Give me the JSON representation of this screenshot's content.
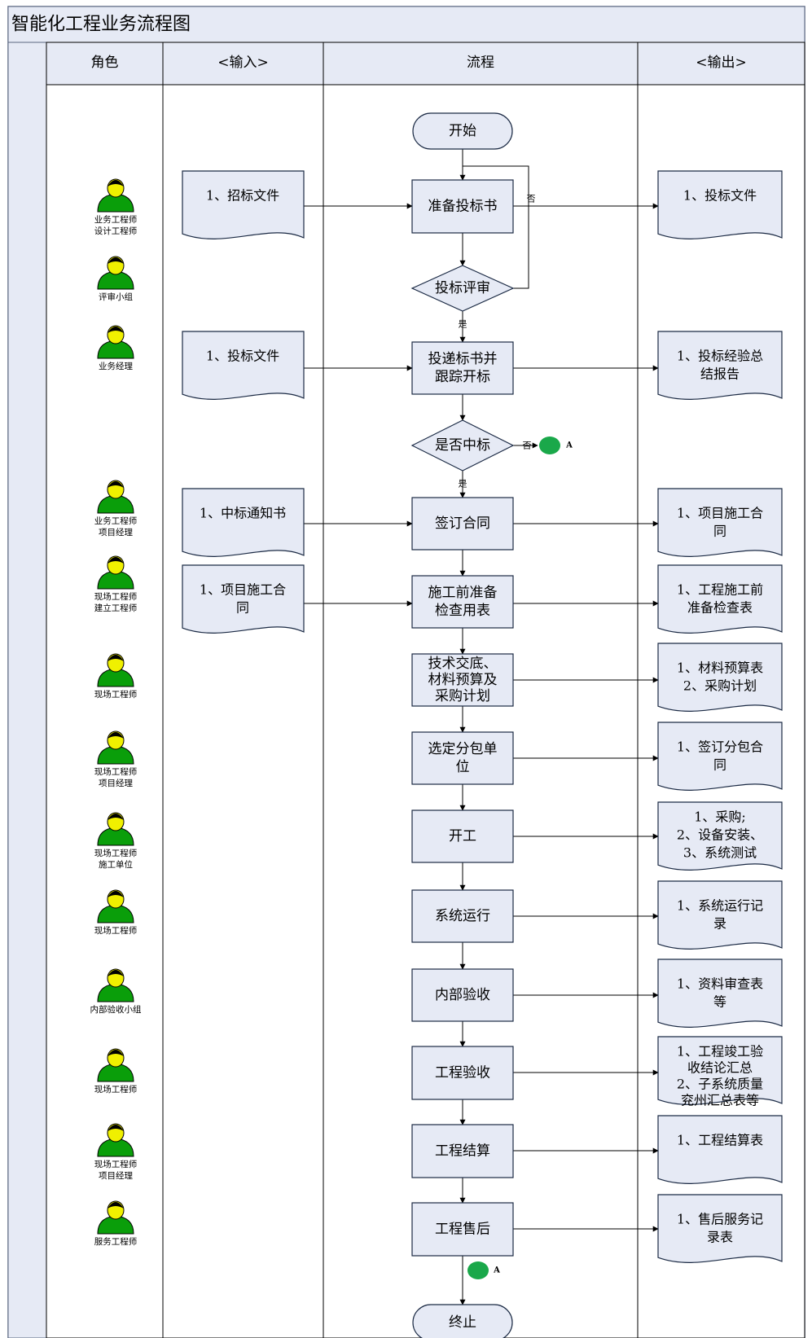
{
  "title": "智能化工程业务流程图",
  "headers": [
    "角色",
    "<输入>",
    "流程",
    "<输出>"
  ],
  "colors": {
    "box_fill": "#e6eaf5",
    "header_fill": "#e6eaf5",
    "stroke": "#1b2a44",
    "person_head": "#f0f000",
    "person_body": "#0a9e0a",
    "connector": "#1aa84a"
  },
  "roles": [
    {
      "lines": [
        "业务工程师",
        "设计工程师"
      ]
    },
    {
      "lines": [
        "评审小组"
      ]
    },
    {
      "lines": [
        "业务经理"
      ]
    },
    {
      "lines": [
        "业务工程师",
        "项目经理"
      ]
    },
    {
      "lines": [
        "现场工程师",
        "建立工程师"
      ]
    },
    {
      "lines": [
        "现场工程师"
      ]
    },
    {
      "lines": [
        "现场工程师",
        "项目经理"
      ]
    },
    {
      "lines": [
        "现场工程师",
        "施工单位"
      ]
    },
    {
      "lines": [
        "现场工程师"
      ]
    },
    {
      "lines": [
        "内部验收小组"
      ]
    },
    {
      "lines": [
        "现场工程师"
      ]
    },
    {
      "lines": [
        "现场工程师",
        "项目经理"
      ]
    },
    {
      "lines": [
        "服务工程师"
      ]
    }
  ],
  "inputs": [
    {
      "lines": [
        "1、招标文件"
      ]
    },
    {
      "lines": [
        "1、投标文件"
      ]
    },
    {
      "lines": [
        "1、中标通知书"
      ]
    },
    {
      "lines": [
        "1、项目施工合",
        "同"
      ]
    }
  ],
  "process": {
    "start": "开始",
    "end": "终止",
    "steps": [
      {
        "lines": [
          "准备投标书"
        ]
      },
      {
        "lines": [
          "投标评审"
        ]
      },
      {
        "lines": [
          "投递标书并",
          "跟踪开标"
        ]
      },
      {
        "lines": [
          "是否中标"
        ]
      },
      {
        "lines": [
          "签订合同"
        ]
      },
      {
        "lines": [
          "施工前准备",
          "检查用表"
        ]
      },
      {
        "lines": [
          "技术交底、",
          "材料预算及",
          "采购计划"
        ]
      },
      {
        "lines": [
          "选定分包单",
          "位"
        ]
      },
      {
        "lines": [
          "开工"
        ]
      },
      {
        "lines": [
          "系统运行"
        ]
      },
      {
        "lines": [
          "内部验收"
        ]
      },
      {
        "lines": [
          "工程验收"
        ]
      },
      {
        "lines": [
          "工程结算"
        ]
      },
      {
        "lines": [
          "工程售后"
        ]
      }
    ],
    "labels": {
      "yes": "是",
      "no": "否",
      "connector": "A"
    }
  },
  "outputs": [
    {
      "lines": [
        "1、投标文件"
      ]
    },
    {
      "lines": [
        "1、投标经验总",
        "结报告"
      ]
    },
    {
      "lines": [
        "1、项目施工合",
        "同"
      ]
    },
    {
      "lines": [
        "1、工程施工前",
        "准备检查表"
      ]
    },
    {
      "lines": [
        "1、材料预算表",
        "2、采购计划"
      ]
    },
    {
      "lines": [
        "1、签订分包合",
        "同"
      ]
    },
    {
      "lines": [
        "1、采购;",
        "2、设备安装、",
        "3、系统测试"
      ]
    },
    {
      "lines": [
        "1、系统运行记",
        "录"
      ]
    },
    {
      "lines": [
        "1、资料审查表",
        "等"
      ]
    },
    {
      "lines": [
        "1、工程竣工验",
        "收结论汇总",
        "2、子系统质量",
        "兖州汇总表等"
      ]
    },
    {
      "lines": [
        "1、工程结算表"
      ]
    },
    {
      "lines": [
        "1、售后服务记",
        "录表"
      ]
    }
  ]
}
